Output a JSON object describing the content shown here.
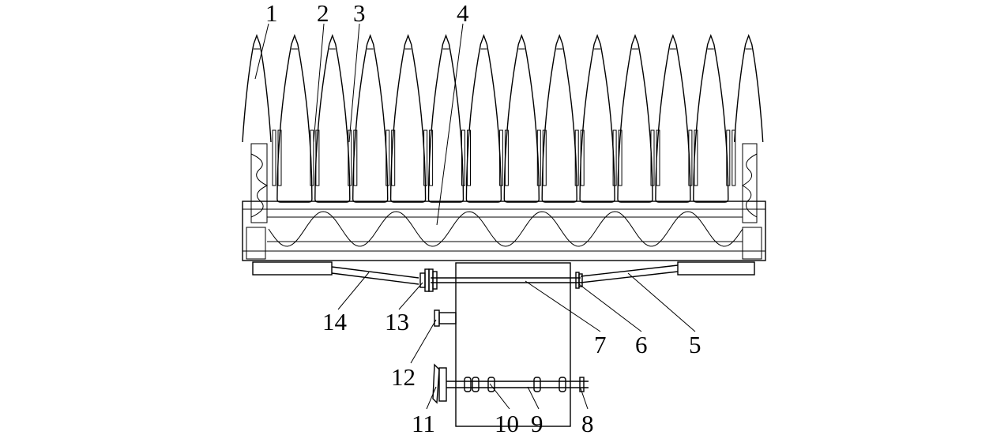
{
  "figure": {
    "labels": [
      {
        "id": "1",
        "text": "1"
      },
      {
        "id": "2",
        "text": "2"
      },
      {
        "id": "3",
        "text": "3"
      },
      {
        "id": "4",
        "text": "4"
      },
      {
        "id": "5",
        "text": "5"
      },
      {
        "id": "6",
        "text": "6"
      },
      {
        "id": "7",
        "text": "7"
      },
      {
        "id": "8",
        "text": "8"
      },
      {
        "id": "9",
        "text": "9"
      },
      {
        "id": "10",
        "text": "10"
      },
      {
        "id": "11",
        "text": "11"
      },
      {
        "id": "12",
        "text": "12"
      },
      {
        "id": "13",
        "text": "13"
      },
      {
        "id": "14",
        "text": "14"
      }
    ],
    "divider_count": 14
  }
}
